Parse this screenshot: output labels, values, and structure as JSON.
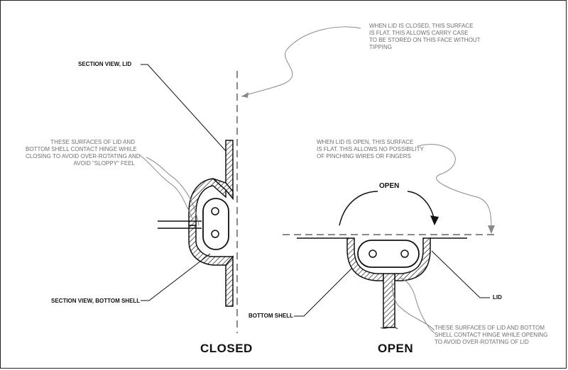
{
  "annotations": {
    "lid_closed_note": [
      "WHEN LID IS CLOSED, THIS SURFACE",
      "IS FLAT. THIS ALLOWS CARRY CASE",
      "TO BE STORED ON THIS FACE WITHOUT",
      "TIPPING"
    ],
    "section_view_lid": "SECTION VIEW, LID",
    "contact_closing_note": [
      "THESE SURFACES OF LID AND",
      "BOTTOM SHELL CONTACT HINGE WHILE",
      "CLOSING TO AVOID OVER-ROTATING AND",
      "AVOID \"SLOPPY\" FEEL"
    ],
    "lid_open_note": [
      "WHEN LID IS OPEN, THIS SURFACE",
      "IS FLAT. THIS ALLOWS NO POSSIBILITY",
      "OF PINCHING WIRES OR FINGERS"
    ],
    "open_arrow_label": "OPEN",
    "section_view_bottom_shell": "SECTION VIEW, BOTTOM SHELL",
    "bottom_shell": "BOTTOM SHELL",
    "lid": "LID",
    "contact_opening_note": [
      "THESE SURFACES OF LID AND BOTTOM",
      "SHELL CONTACT HINGE WHILE OPENING",
      "TO AVOID OVER-ROTATING OF LID"
    ]
  },
  "titles": {
    "closed": "CLOSED",
    "open": "OPEN"
  }
}
